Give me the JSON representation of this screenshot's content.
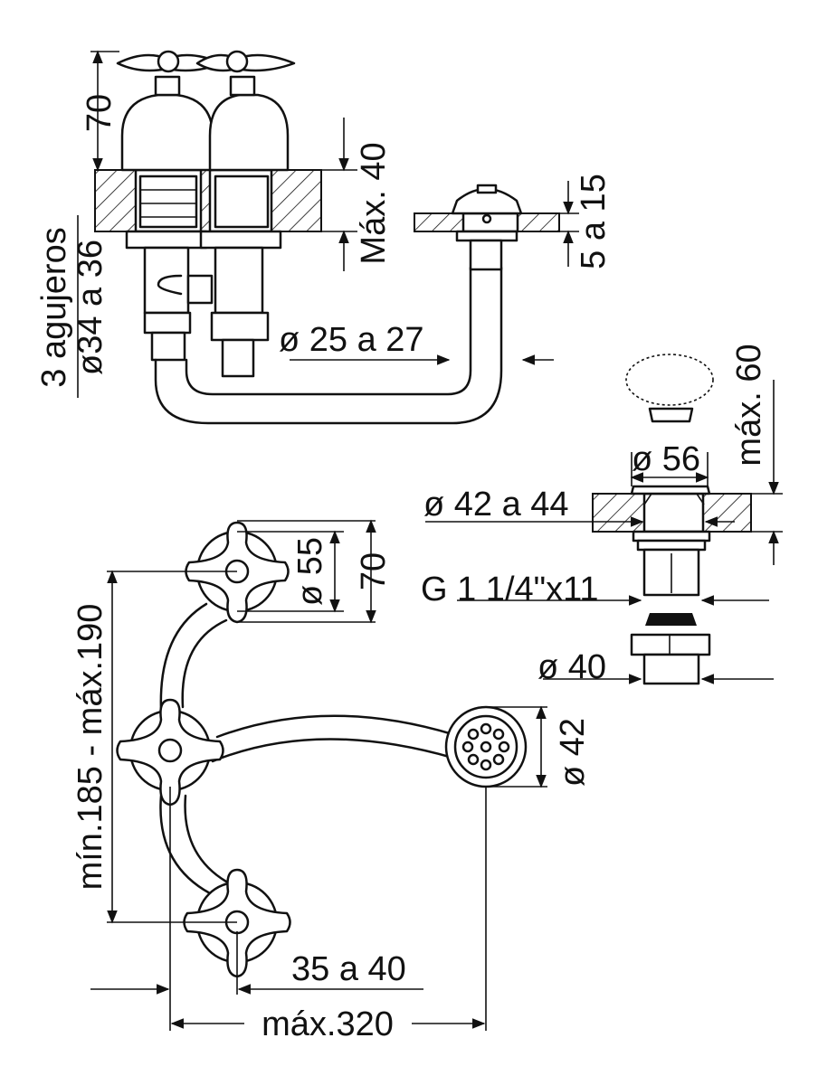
{
  "labels": {
    "height_handles": "70",
    "max_deck_left": "Máx. 40",
    "deck_spout": "5 a 15",
    "holes_count": "3 agujeros",
    "holes_diameter": "ø34 a 36",
    "pipe_diameter": "ø 25 a 27",
    "max_height_drain": "máx. 60",
    "drain_top_diameter": "ø 56",
    "drain_hole_diameter": "ø 42 a 44",
    "drain_thread": "G 1 1/4\"x11",
    "drain_nut_diameter": "ø 40",
    "handle_diameter": "ø 55",
    "handle_height": "70",
    "spacing_range": "mín.185 - máx.190",
    "spout_diameter": "ø 42",
    "offset": "35 a 40",
    "max_width": "máx.320"
  }
}
